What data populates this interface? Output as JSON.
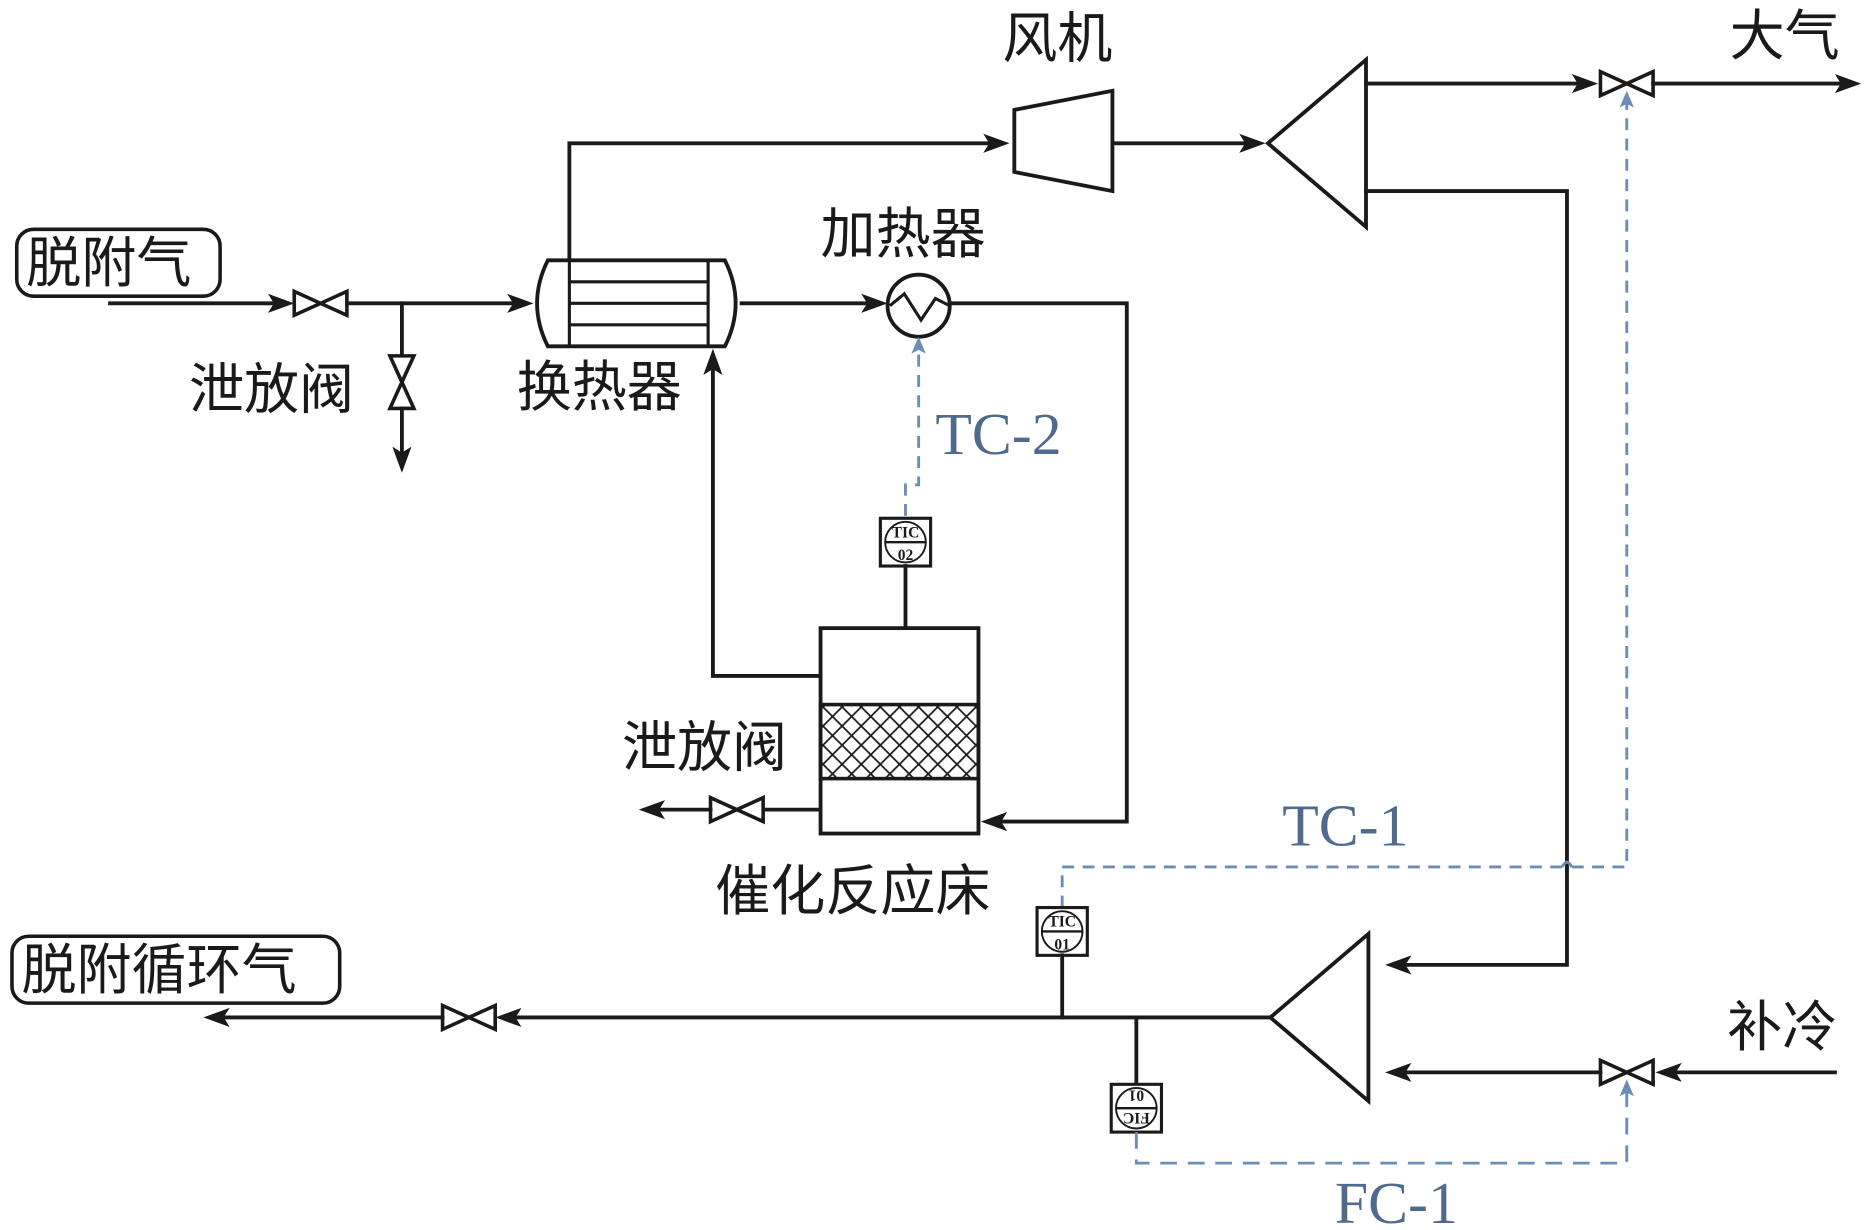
{
  "title": "脱附气催化燃烧工艺流程图",
  "labels": {
    "desorption_gas": "脱附气",
    "relief_valve_1": "泄放阀",
    "heat_exchanger": "换热器",
    "heater": "加热器",
    "fan": "风机",
    "atmosphere": "大气",
    "relief_valve_2": "泄放阀",
    "catalytic_bed": "催化反应床",
    "desorption_recycle_gas": "脱附循环气",
    "make_up_cooling": "补冷"
  },
  "control_loops": {
    "tc2": "TC-2",
    "tc1": "TC-1",
    "fc1": "FC-1"
  },
  "instruments": {
    "tic02": {
      "tag": "TIC",
      "number": "02"
    },
    "tic01": {
      "tag": "TIC",
      "number": "01"
    },
    "fic01": {
      "tag": "FIC",
      "number": "01"
    }
  },
  "colors": {
    "process_line": "#1a1a1a",
    "signal_line": "#6b8db8",
    "loop_label": "#4f6a8c"
  }
}
